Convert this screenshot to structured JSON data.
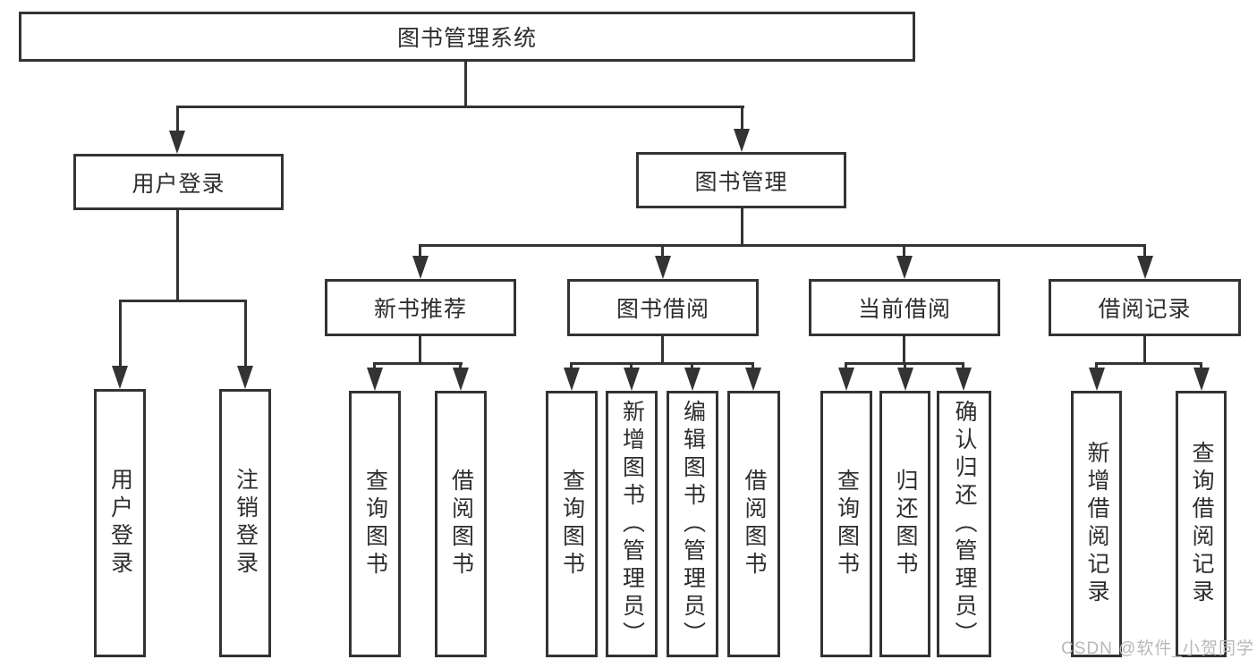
{
  "colors": {
    "line": "#333333",
    "text": "#2d2d2d",
    "background": "#ffffff",
    "watermark": "#b8b8b8"
  },
  "root": {
    "label": "图书管理系统"
  },
  "level2": [
    {
      "label": "用户登录"
    },
    {
      "label": "图书管理"
    }
  ],
  "level3": [
    {
      "label": "新书推荐",
      "parent": "图书管理"
    },
    {
      "label": "图书借阅",
      "parent": "图书管理"
    },
    {
      "label": "当前借阅",
      "parent": "图书管理"
    },
    {
      "label": "借阅记录",
      "parent": "图书管理"
    }
  ],
  "leaves": [
    {
      "label": "用户登录",
      "parent": "用户登录"
    },
    {
      "label": "注销登录",
      "parent": "用户登录"
    },
    {
      "label": "查询图书",
      "parent": "新书推荐"
    },
    {
      "label": "借阅图书",
      "parent": "新书推荐"
    },
    {
      "label": "查询图书",
      "parent": "图书借阅"
    },
    {
      "label": "新增图书（管理员）",
      "parent": "图书借阅"
    },
    {
      "label": "编辑图书（管理员）",
      "parent": "图书借阅"
    },
    {
      "label": "借阅图书",
      "parent": "图书借阅"
    },
    {
      "label": "查询图书",
      "parent": "当前借阅"
    },
    {
      "label": "归还图书",
      "parent": "当前借阅"
    },
    {
      "label": "确认归还（管理员）",
      "parent": "当前借阅"
    },
    {
      "label": "新增借阅记录",
      "parent": "借阅记录"
    },
    {
      "label": "查询借阅记录",
      "parent": "借阅记录"
    }
  ],
  "watermark": "CSDN @软件_小贺同学"
}
